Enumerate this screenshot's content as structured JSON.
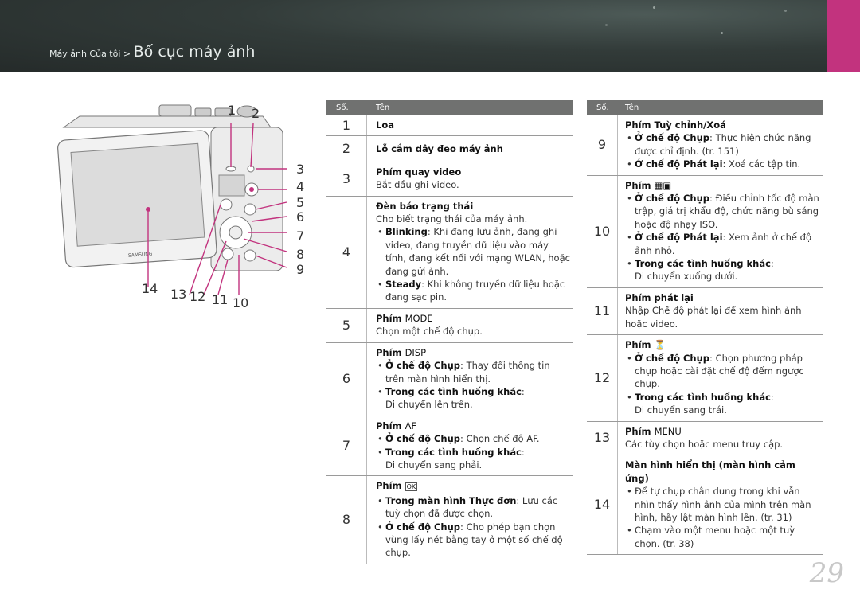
{
  "header": {
    "breadcrumb_small": "Máy ảnh Của tôi > ",
    "breadcrumb_big": "Bố cục máy ảnh"
  },
  "camera": {
    "brand": "SAMSUNG",
    "callouts": [
      "1",
      "2",
      "3",
      "4",
      "5",
      "6",
      "7",
      "8",
      "9",
      "10",
      "11",
      "12",
      "13",
      "14"
    ]
  },
  "table_left": {
    "col_no": "Số.",
    "col_name": "Tên",
    "rows": [
      {
        "num": "1",
        "title": "Loa"
      },
      {
        "num": "2",
        "title": "Lỗ cắm dây đeo máy ảnh"
      },
      {
        "num": "3",
        "title": "Phím quay video",
        "desc": "Bắt đầu ghi video."
      },
      {
        "num": "4",
        "title": "Đèn báo trạng thái",
        "desc": "Cho biết trạng thái của máy ảnh.",
        "b1_bold": "Blinking",
        "b1": ": Khi đang lưu ảnh, đang ghi video, đang truyền dữ liệu vào máy tính, đang kết nối với mạng WLAN, hoặc đang gửi ảnh.",
        "b2_bold": "Steady",
        "b2": ": Khi không truyền dữ liệu hoặc đang sạc pin."
      },
      {
        "num": "5",
        "title": "Phím",
        "key": "MODE",
        "desc": "Chọn một chế độ chụp."
      },
      {
        "num": "6",
        "title": "Phím",
        "key": "DISP",
        "b1_bold": "Ở chế độ Chụp",
        "b1": ": Thay đổi thông tin trên màn hình hiển thị.",
        "b2_bold": "Trong các tình huống khác",
        "b2": ":",
        "b2_sub": "Di chuyển lên trên."
      },
      {
        "num": "7",
        "title": "Phím",
        "key": "AF",
        "b1_bold": "Ở chế độ Chụp",
        "b1": ": Chọn chế độ AF.",
        "b2_bold": "Trong các tình huống khác",
        "b2": ":",
        "b2_sub": "Di chuyển sang phải."
      },
      {
        "num": "8",
        "title": "Phím",
        "key": "OK",
        "b1_bold": "Trong màn hình Thực đơn",
        "b1": ": Lưu các tuỳ chọn đã được chọn.",
        "b2_bold": "Ở chế độ Chụp",
        "b2": ": Cho phép bạn chọn vùng lấy nét bằng tay ở một số chế độ chụp."
      }
    ]
  },
  "table_right": {
    "col_no": "Số.",
    "col_name": "Tên",
    "rows": [
      {
        "num": "9",
        "title": "Phím Tuỳ chỉnh/Xoá",
        "b1_bold": "Ở chế độ Chụp",
        "b1": ": Thực hiện chức năng được chỉ định. (tr. 151)",
        "b2_bold": "Ở chế độ Phát lại",
        "b2": ": Xoá các tập tin."
      },
      {
        "num": "10",
        "title": "Phím",
        "b1_bold": "Ở chế độ Chụp",
        "b1": ": Điều chỉnh tốc độ màn trập, giá trị khẩu độ, chức năng bù sáng hoặc độ nhạy ISO.",
        "b2_bold": "Ở chế độ Phát lại",
        "b2": ": Xem ảnh ở chế độ ảnh nhỏ.",
        "b3_bold": "Trong các tình huống khác",
        "b3": ":",
        "b3_sub": "Di chuyển xuống dưới."
      },
      {
        "num": "11",
        "title": "Phím phát lại",
        "desc": "Nhập Chế độ phát lại để xem hình ảnh hoặc video."
      },
      {
        "num": "12",
        "title": "Phím",
        "b1_bold": "Ở chế độ Chụp",
        "b1": ": Chọn phương pháp chụp hoặc cài đặt chế độ đếm ngược chụp.",
        "b2_bold": "Trong các tình huống khác",
        "b2": ":",
        "b2_sub": "Di chuyển sang trái."
      },
      {
        "num": "13",
        "title": "Phím",
        "key": "MENU",
        "desc": "Các tùy chọn hoặc menu truy cập."
      },
      {
        "num": "14",
        "title": "Màn hình hiển thị (màn hình cảm ứng)",
        "b1": "Để tự chụp chân dung trong khi vẫn nhìn thấy hình ảnh của mình trên màn hình, hãy lật màn hình lên. (tr. 31)",
        "b2": "Chạm vào một menu hoặc một tuỳ chọn. (tr. 38)"
      }
    ]
  },
  "page_number": "29",
  "colors": {
    "accent": "#c2337e",
    "header_bg": "#2e3634",
    "table_head": "#707170"
  }
}
